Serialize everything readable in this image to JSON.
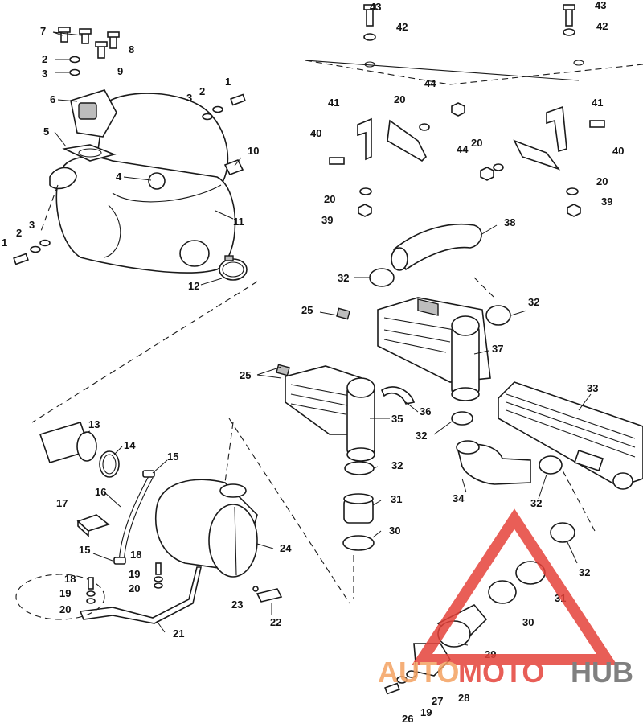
{
  "diagram": {
    "callouts": [
      "43",
      "42",
      "43",
      "42",
      "7",
      "8",
      "2",
      "9",
      "3",
      "6",
      "1",
      "2",
      "3",
      "5",
      "4",
      "10",
      "11",
      "1",
      "2",
      "3",
      "12",
      "44",
      "41",
      "20",
      "40",
      "44",
      "20",
      "41",
      "40",
      "20",
      "39",
      "20",
      "39",
      "38",
      "32",
      "25",
      "32",
      "37",
      "25",
      "36",
      "35",
      "33",
      "32",
      "32",
      "34",
      "32",
      "13",
      "14",
      "15",
      "16",
      "17",
      "31",
      "30",
      "24",
      "15",
      "18",
      "18",
      "19",
      "19",
      "20",
      "20",
      "23",
      "22",
      "21",
      "32",
      "31",
      "30",
      "29",
      "28",
      "27",
      "19",
      "26"
    ],
    "colors": {
      "line": "#1a1a1a",
      "watermark_red": "#e5423a",
      "watermark_orange": "#f4a261",
      "watermark_gray": "#6b6b6b"
    }
  },
  "watermark": {
    "part1": "AUTO",
    "part2": "MOTO",
    "part3": "HUB"
  }
}
